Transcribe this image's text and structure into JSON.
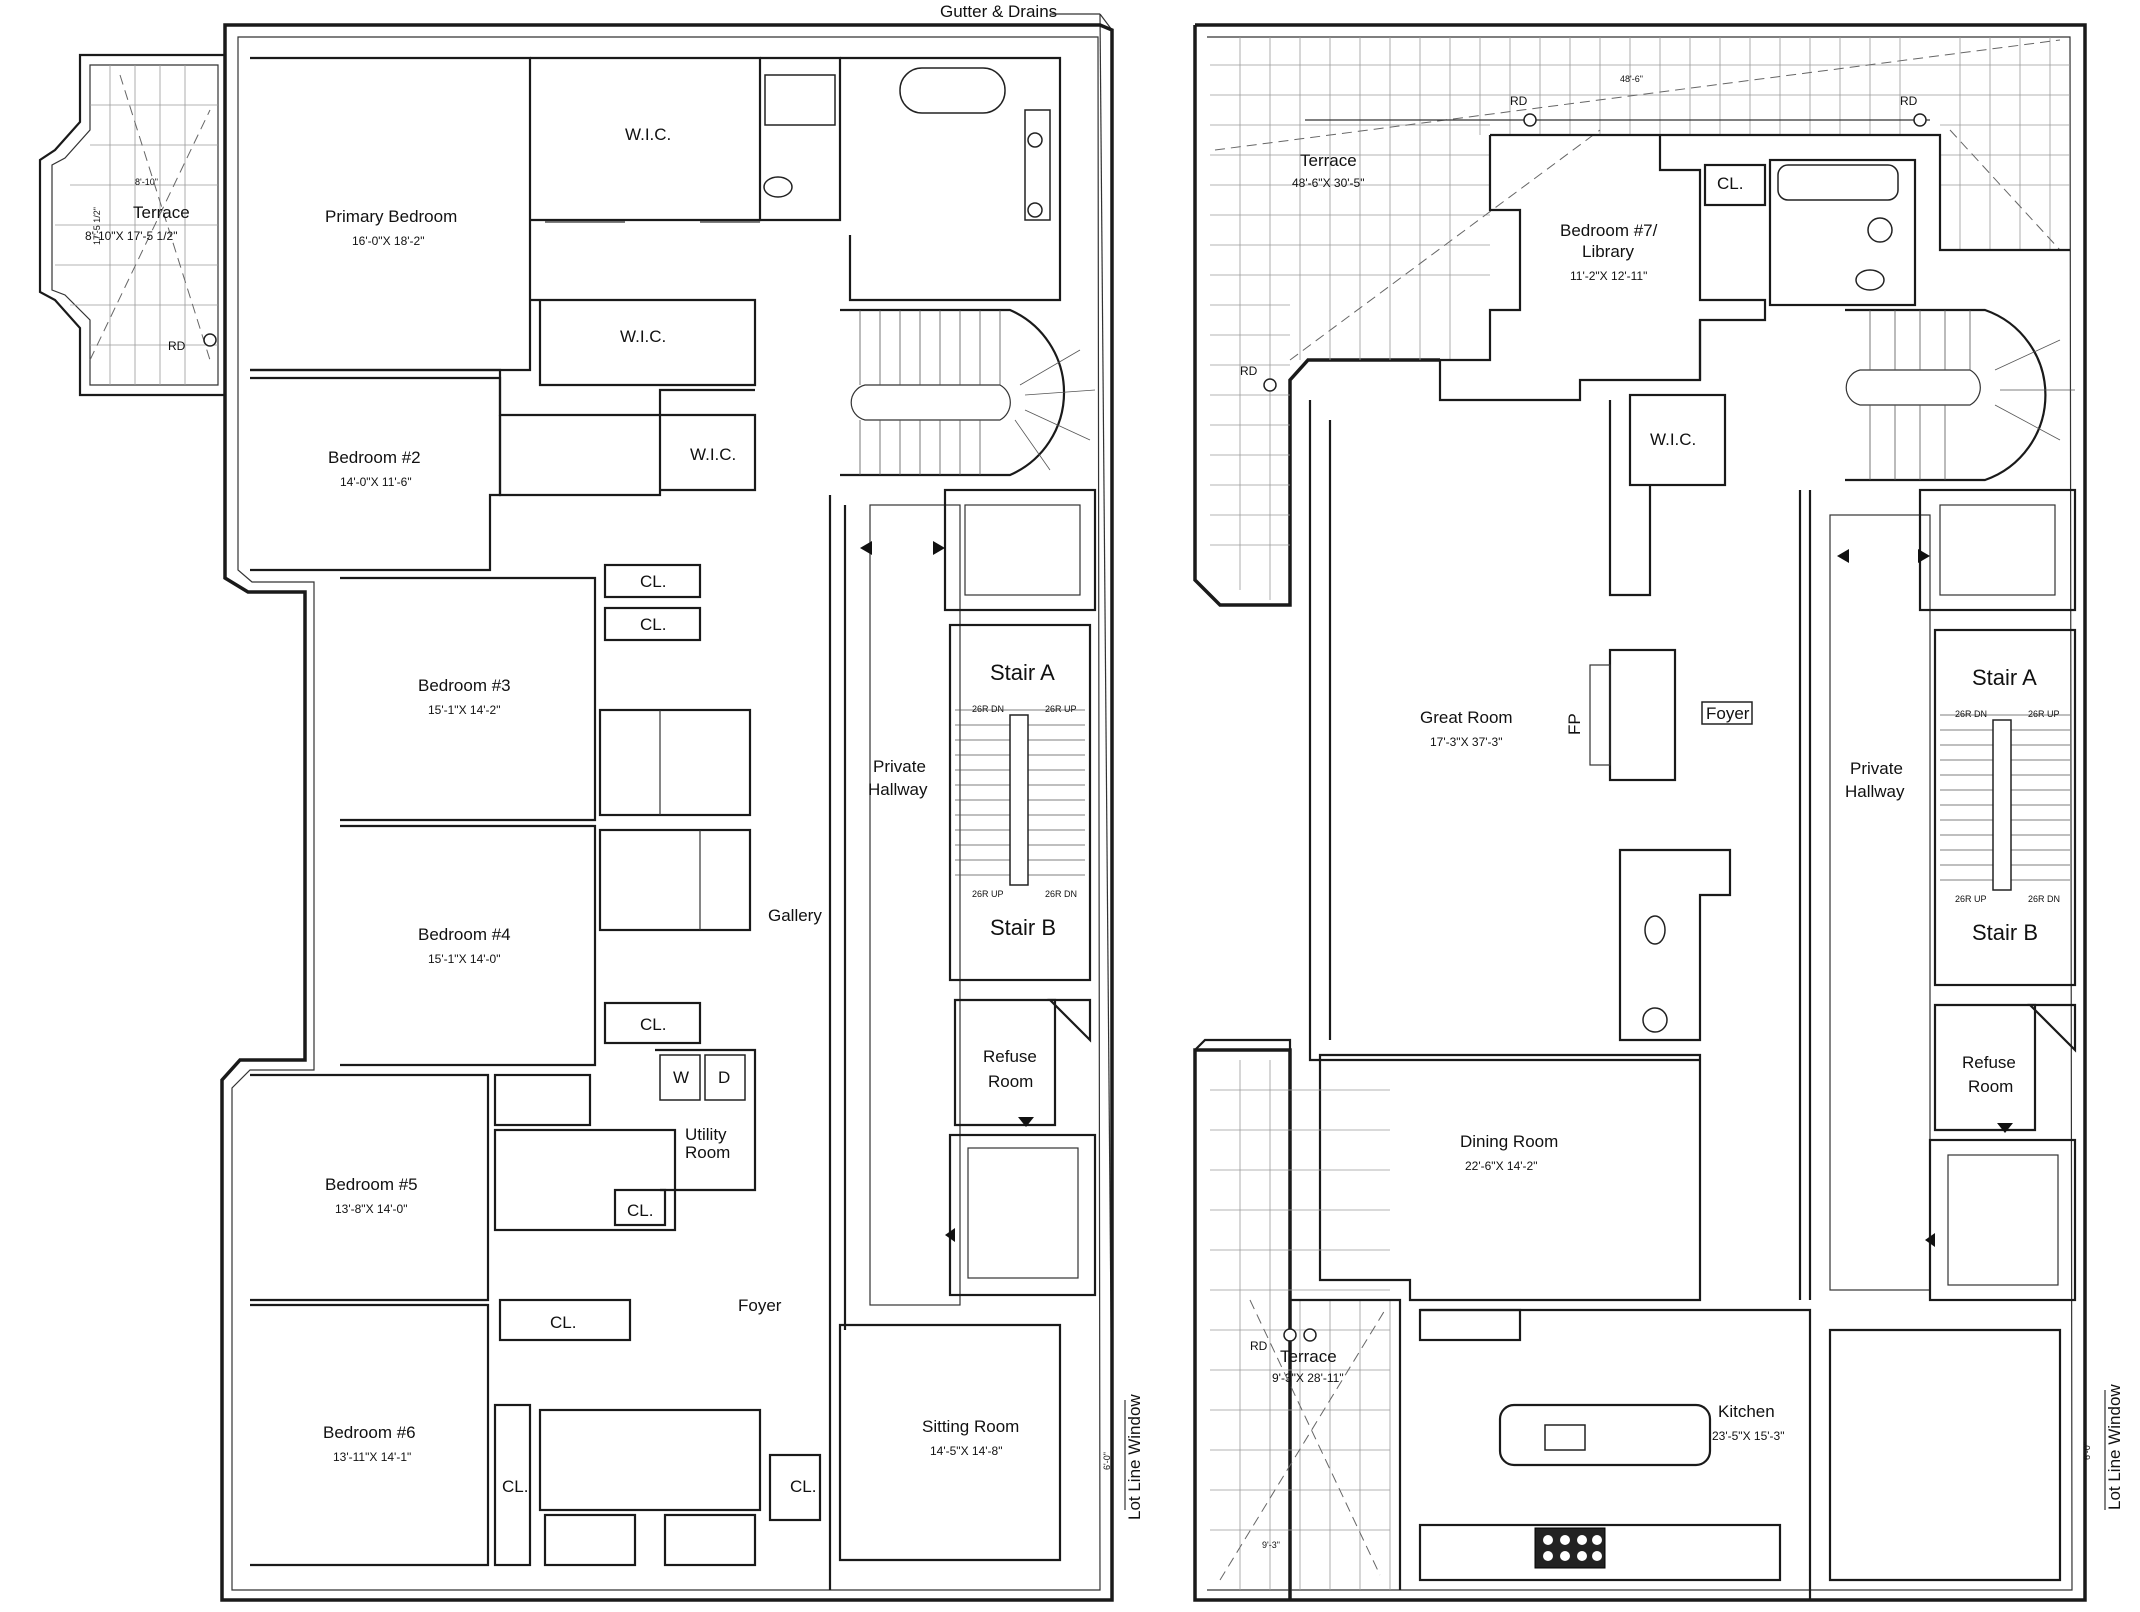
{
  "plan_left": {
    "top_note": "Gutter & Drains",
    "rooms": {
      "terrace": {
        "name": "Terrace",
        "size": "8'-10\"X 17'-5 1/2\"",
        "dim_w": "8'-10\"",
        "dim_h": "17'-5 1/2\"",
        "drain": "RD"
      },
      "primary_bedroom": {
        "name": "Primary Bedroom",
        "size": "16'-0\"X 18'-2\""
      },
      "wic_1": {
        "name": "W.I.C."
      },
      "wic_2": {
        "name": "W.I.C."
      },
      "wic_3": {
        "name": "W.I.C."
      },
      "bedroom_2": {
        "name": "Bedroom #2",
        "size": "14'-0\"X 11'-6\""
      },
      "bedroom_3": {
        "name": "Bedroom #3",
        "size": "15'-1\"X 14'-2\""
      },
      "bedroom_4": {
        "name": "Bedroom #4",
        "size": "15'-1\"X 14'-0\""
      },
      "bedroom_5": {
        "name": "Bedroom #5",
        "size": "13'-8\"X 14'-0\""
      },
      "bedroom_6": {
        "name": "Bedroom #6",
        "size": "13'-11\"X 14'-1\""
      },
      "closets": [
        "CL.",
        "CL.",
        "CL.",
        "CL.",
        "CL.",
        "CL.",
        "CL."
      ],
      "utility": {
        "name": "Utility Room",
        "w": "W",
        "d": "D"
      },
      "gallery": {
        "name": "Gallery"
      },
      "foyer": {
        "name": "Foyer"
      },
      "private_hallway": {
        "name": "Private Hallway"
      },
      "stair_a": {
        "name": "Stair A"
      },
      "stair_b": {
        "name": "Stair B"
      },
      "stair_notes": [
        "26R DN",
        "26R UP",
        "26R UP",
        "26R DN"
      ],
      "refuse": {
        "name": "Refuse Room"
      },
      "sitting": {
        "name": "Sitting Room",
        "size": "14'-5\"X 14'-8\""
      },
      "lot_line": {
        "name": "Lot Line Window",
        "dim": "6'-0\""
      }
    }
  },
  "plan_right": {
    "rooms": {
      "terrace_top": {
        "name": "Terrace",
        "size": "48'-6\"X 30'-5\"",
        "dim": "48'-6\"",
        "drains": [
          "RD",
          "RD",
          "RD"
        ]
      },
      "bedroom_7": {
        "name": "Bedroom #7/ Library",
        "size": "11'-2\"X 12'-11\""
      },
      "closet": {
        "name": "CL."
      },
      "wic": {
        "name": "W.I.C."
      },
      "great_room": {
        "name": "Great Room",
        "size": "17'-3\"X 37'-3\""
      },
      "fireplace": {
        "name": "FP"
      },
      "foyer": {
        "name": "Foyer"
      },
      "private_hallway": {
        "name": "Private Hallway"
      },
      "stair_a": {
        "name": "Stair A"
      },
      "stair_b": {
        "name": "Stair B"
      },
      "stair_notes": [
        "26R DN",
        "26R UP",
        "26R UP",
        "26R DN"
      ],
      "refuse": {
        "name": "Refuse Room"
      },
      "dining": {
        "name": "Dining Room",
        "size": "22'-6\"X 14'-2\""
      },
      "terrace_bottom": {
        "name": "Terrace",
        "size": "9'-3\"X 28'-11\"",
        "dim": "9'-3\"",
        "drain": "RD"
      },
      "kitchen": {
        "name": "Kitchen",
        "size": "23'-5\"X 15'-3\""
      },
      "lot_line": {
        "name": "Lot Line Window",
        "dim": "6'-0\""
      }
    }
  }
}
